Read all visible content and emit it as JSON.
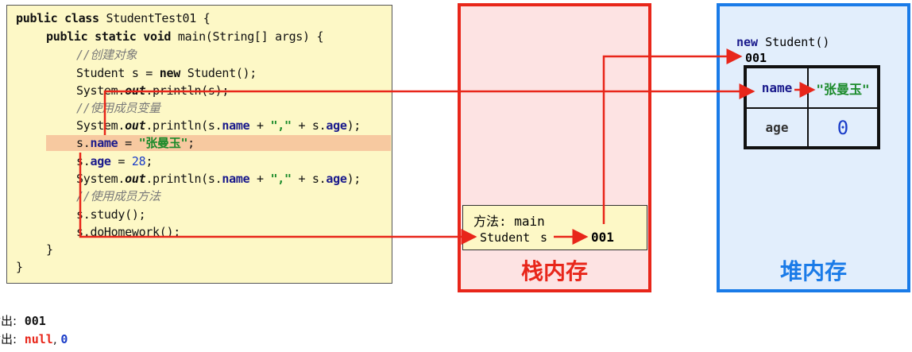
{
  "code": {
    "l1": {
      "kw": "public class",
      "rest": " StudentTest01 {"
    },
    "l2": {
      "kw": "public static void",
      "rest": " main(String[] args) {"
    },
    "c1": "//创建对象",
    "l4": {
      "a": "Student s = ",
      "kw": "new",
      "b": " Student();"
    },
    "l5": {
      "a": "System.",
      "it": "out",
      "b": ".println(s);"
    },
    "c2": "//使用成员变量",
    "l7": {
      "a": "System.",
      "it": "out",
      "b": ".println(s.",
      "f1": "name",
      "c": " + ",
      "s": "\",\"",
      "d": " + s.",
      "f2": "age",
      "e": ");"
    },
    "l8": {
      "a": "s.",
      "f": "name",
      "b": " = ",
      "s": "\"张曼玉\"",
      "c": ";"
    },
    "l9": {
      "a": "s.",
      "f": "age",
      "b": " = ",
      "n": "28",
      "c": ";"
    },
    "l10": {
      "a": "System.",
      "it": "out",
      "b": ".println(s.",
      "f1": "name",
      "c": " + ",
      "s": "\",\"",
      "d": " + s.",
      "f2": "age",
      "e": ");"
    },
    "c3": "//使用成员方法",
    "l12": "s.study();",
    "l13": "s.doHomework();",
    "close1": "}",
    "close2": "}"
  },
  "stack": {
    "title": "栈内存",
    "frame_label": "方法: main",
    "var_type": "Student",
    "var_name": "s",
    "var_value": "001"
  },
  "heap": {
    "title": "堆内存",
    "new_kw": "new",
    "new_rest": " Student()",
    "address": "001",
    "fields": [
      {
        "name": "name",
        "value": "\"张曼玉\""
      },
      {
        "name": "age",
        "value": "0"
      }
    ]
  },
  "output": {
    "line1_label": "输出:",
    "line1_value": "001",
    "line2_label": "输出:",
    "line2_null": "null",
    "line2_sep": ", ",
    "line2_zero": "0"
  },
  "colors": {
    "arrow": "#e8261a",
    "stack_border": "#e8261a",
    "heap_border": "#1a7be8",
    "code_bg": "#fdf8c6"
  }
}
